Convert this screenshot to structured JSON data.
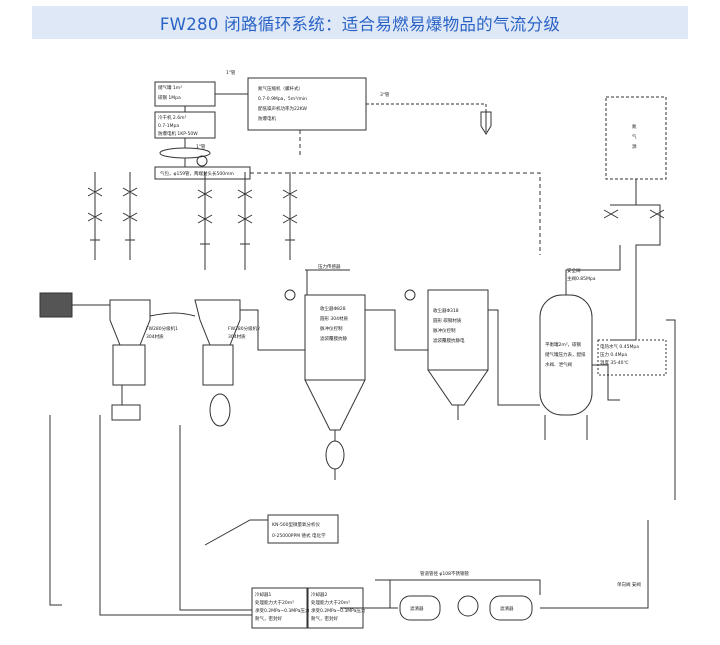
{
  "header": {
    "title": "FW280 闭路循环系统：适合易燃易爆物品的气流分级"
  },
  "labels": {
    "n2_tank_1": "储气罐 1m³",
    "n2_tank_2": "碳钢 1Mpa",
    "dryer_1": "冷干机 2.6m³",
    "dryer_2": "0.7-1Mpa",
    "dryer_3": "防爆电机 1KP-50W",
    "pipe_1in_a": "1\"管",
    "pipe_1in_b": "1\"管",
    "pipe_1in_c": "1\"管",
    "pipe_3in": "3\"管",
    "compressor_1": "氮气压缩机（螺杆式）",
    "compressor_2": "0.7-0.9Mpa，5m³/min",
    "compressor_3": "配低噪声机功率为22KW",
    "compressor_4": "防爆电机",
    "header_pipe": "气包，φ159管，两端封头长500mm",
    "n2_gen_1": "氮",
    "n2_gen_2": "气",
    "n2_gen_3": "源",
    "pressure_sensor": "压力传感器",
    "classifier_a": "FW280分级机1",
    "classifier_b": "304材质",
    "classifier_c": "FW280分级机2",
    "classifier_d": "304材质",
    "cyclone_1": "收尘器Φ828",
    "cyclone_2": "圆形 304材质",
    "cyclone_3": "脉冲仪控制",
    "cyclone_4": "滤袋覆膜抗静",
    "bag_1": "收尘器Φ318",
    "bag_2": "圆形 碳钢材质",
    "bag_3": "脉冲仪控制",
    "bag_4": "滤袋覆膜抗静电",
    "safety_valve_1": "安全阀",
    "safety_valve_2": "主阀0.85Mpa",
    "buffer_1": "平衡罐2m³，碳钢",
    "buffer_2": "储气罐压力表，配排",
    "buffer_3": "水阀、泄气阀",
    "analyzer_1": "KN-500型微量氧分析仪",
    "analyzer_2": "0-25000PPM 德式 电化学",
    "right_info_1": "电热水气 0.45Mpa",
    "right_info_2": "压力 0.4Mpa",
    "right_info_3": "温度 35-40℃",
    "cooler_1_1": "冷却器1",
    "cooler_1_2": "处理能力大于20m³",
    "cooler_1_3": "承受0.2MPa~0.3MPa压力",
    "cooler_1_4": "耐气，密封好",
    "cooler_2_1": "冷却器2",
    "cooler_2_2": "处理能力大于20m³",
    "cooler_2_3": "承受0.2MPa~0.3MPa压力",
    "cooler_2_4": "耐气，密封好",
    "loop_pipe": "管道管径 φ108不锈钢管",
    "filter_left": "滤清器",
    "filter_right": "滤清器",
    "return_valve": "单向阀 安阀"
  },
  "colors": {
    "title_bg": "#dfe8f6",
    "title_fg": "#2a63c6",
    "line": "#333333"
  }
}
